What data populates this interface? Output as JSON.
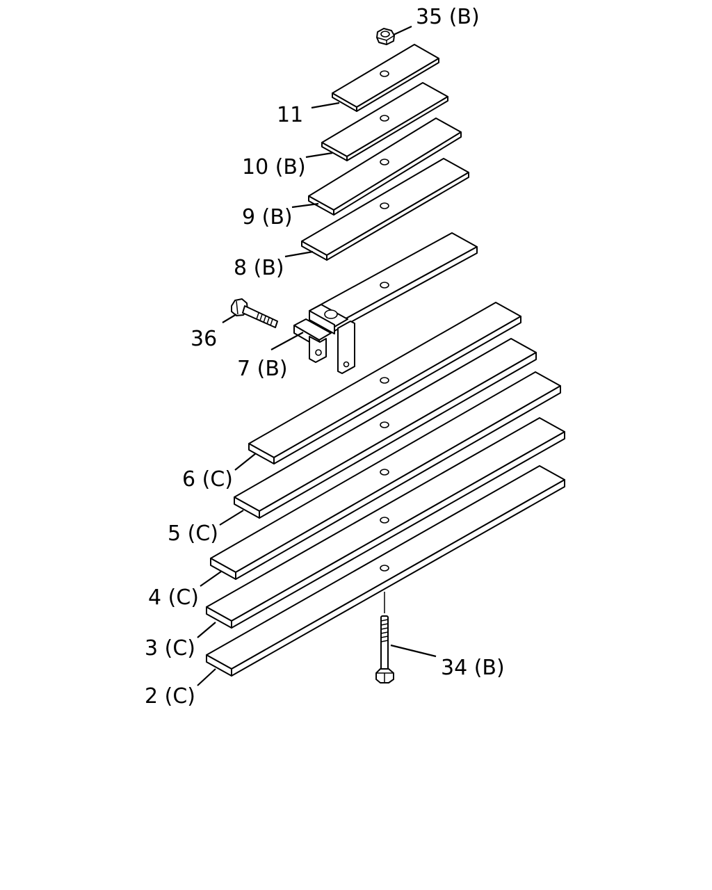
{
  "labels": {
    "part_35": "35 (B)",
    "part_11": "11",
    "part_10": "10 (B)",
    "part_9": "9 (B)",
    "part_8": "8 (B)",
    "part_36": "36",
    "part_7": "7 (B)",
    "part_6": "6 (C)",
    "part_5": "5 (C)",
    "part_4": "4 (C)",
    "part_3": "3 (C)",
    "part_2": "2 (C)",
    "part_34": "34 (B)"
  },
  "colors": {
    "ink": "#000000",
    "paper": "#ffffff"
  }
}
